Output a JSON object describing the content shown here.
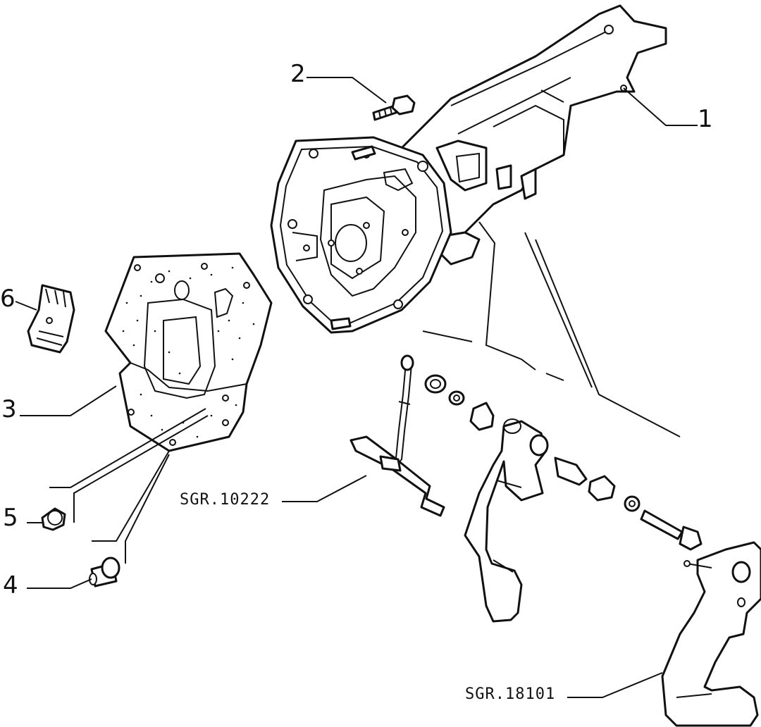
{
  "callouts": {
    "c1": "1",
    "c2": "2",
    "c3": "3",
    "c4": "4",
    "c5": "5",
    "c6": "6"
  },
  "references": {
    "r1": "SGR.10222",
    "r2": "SGR.18101"
  }
}
